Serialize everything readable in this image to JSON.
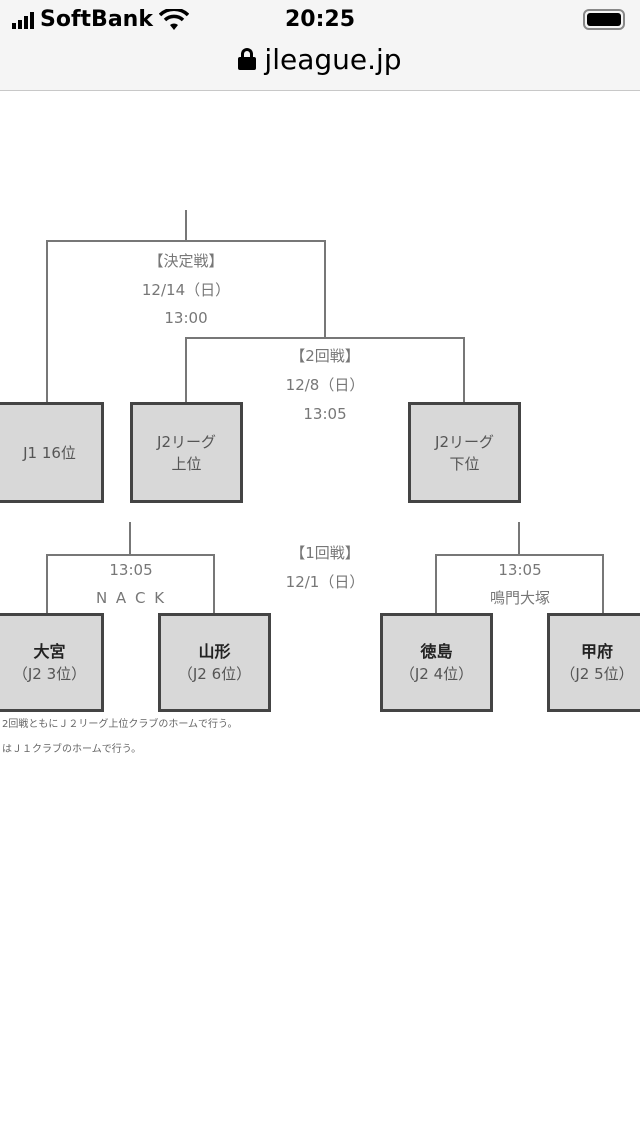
{
  "status_bar": {
    "carrier": "SoftBank",
    "time": "20:25"
  },
  "browser": {
    "url": "jleague.jp"
  },
  "bracket": {
    "final": {
      "title": "【決定戦】",
      "date": "12/14（日）",
      "time": "13:00"
    },
    "round2": {
      "title": "【2回戦】",
      "date": "12/8（日）",
      "time": "13:05"
    },
    "round1": {
      "title": "【1回戦】",
      "date": "12/1（日）"
    },
    "match_left": {
      "time": "13:05",
      "venue": "N A C K"
    },
    "match_right": {
      "time": "13:05",
      "venue": "鳴門大塚"
    },
    "teams": {
      "j1": {
        "name": "J1 16位"
      },
      "j2_upper": {
        "line1": "J2リーグ",
        "line2": "上位"
      },
      "j2_lower": {
        "line1": "J2リーグ",
        "line2": "下位"
      },
      "omiya": {
        "name": "大宮",
        "rank": "（J2 3位）"
      },
      "yamagata": {
        "name": "山形",
        "rank": "（J2 6位）"
      },
      "tokushima": {
        "name": "徳島",
        "rank": "（J2 4位）"
      },
      "kofu": {
        "name": "甲府",
        "rank": "（J2 5位）"
      }
    },
    "notes": [
      "2回戦ともにＪ２リーグ上位クラブのホームで行う。",
      "はＪ１クラブのホームで行う。"
    ]
  }
}
